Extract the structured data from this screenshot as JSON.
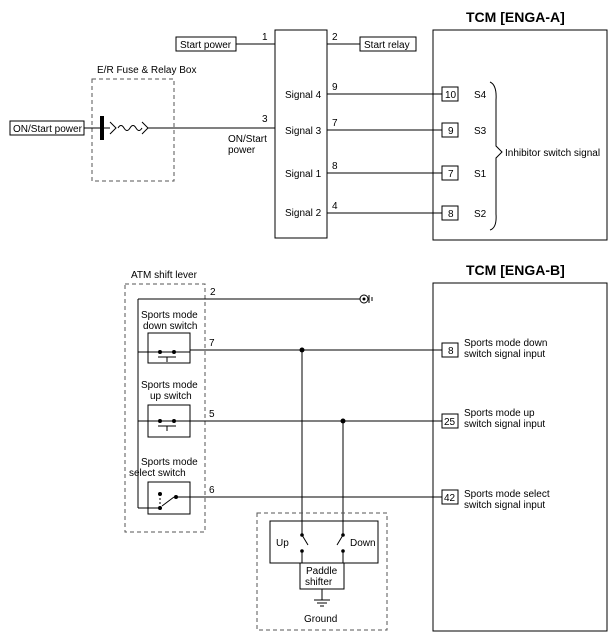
{
  "tcm_a": {
    "title": "TCM [ENGA-A]",
    "start_power": "Start power",
    "start_relay": "Start relay",
    "fuse_box": "E/R Fuse & Relay Box",
    "on_start_power": "ON/Start power",
    "on_start_line1": "ON/Start",
    "on_start_line2": "power",
    "inhibitor": "Inhibitor switch signal",
    "pins": {
      "p1": "1",
      "p2": "2",
      "p3": "3",
      "p9": "9",
      "p7": "7",
      "p8": "8",
      "p4": "4"
    },
    "signals": [
      "Signal 4",
      "Signal 3",
      "Signal 1",
      "Signal 2"
    ],
    "tcm_pins": [
      "10",
      "9",
      "7",
      "8"
    ],
    "s_labels": [
      "S4",
      "S3",
      "S1",
      "S2"
    ]
  },
  "tcm_b": {
    "title": "TCM [ENGA-B]",
    "atm_lever": "ATM shift lever",
    "pin2": "2",
    "down_switch": [
      "Sports mode",
      "down switch"
    ],
    "up_switch": [
      "Sports mode",
      "up switch"
    ],
    "select_switch": [
      "Sports mode",
      "select switch"
    ],
    "lever_pins": [
      "7",
      "5",
      "6"
    ],
    "tcm_pins": [
      "8",
      "25",
      "42"
    ],
    "inputs": [
      [
        "Sports mode down",
        "switch signal input"
      ],
      [
        "Sports mode up",
        "switch signal input"
      ],
      [
        "Sports mode select",
        "switch signal input"
      ]
    ],
    "paddle_up": "Up",
    "paddle_down": "Down",
    "paddle_name": [
      "Paddle",
      "shifter"
    ],
    "ground": "Ground"
  }
}
